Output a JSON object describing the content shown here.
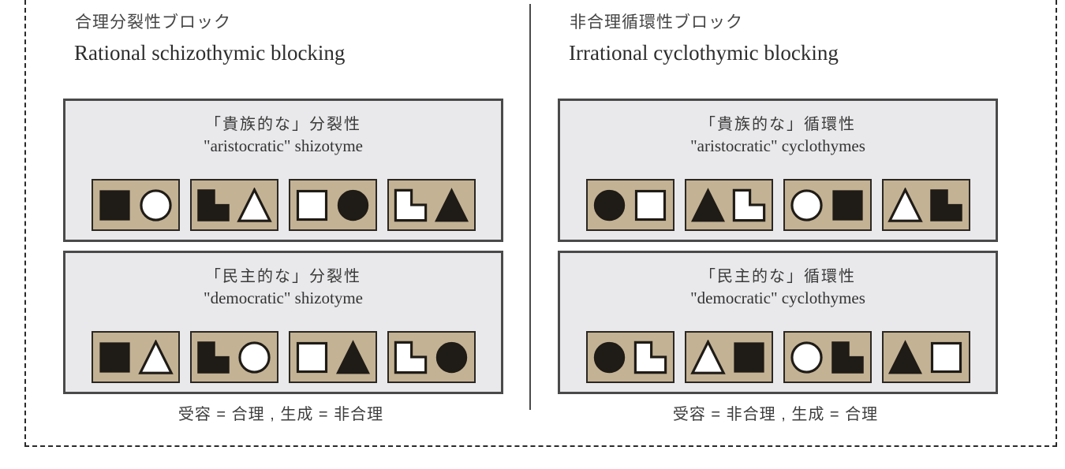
{
  "colors": {
    "card_bg": "#c3b294",
    "box_bg": "#e9e9ec",
    "box_border": "#4a4a4a",
    "shape_dark": "#1f1b16",
    "shape_light": "#ffffff",
    "divider": "#4a4a4a",
    "dashed_border": "#2a2a2a"
  },
  "columns": [
    {
      "title_jp": "合理分裂性ブロック",
      "title_en": "Rational schizothymic blocking",
      "caption": "受容 = 合理 , 生成 = 非合理",
      "groups": [
        {
          "label_jp": "「貴族的な」分裂性",
          "label_en": "\"aristocratic\" shizotyme",
          "cards": [
            [
              "square-filled",
              "circle-outline"
            ],
            [
              "lshape-filled",
              "triangle-outline"
            ],
            [
              "square-outline",
              "circle-filled"
            ],
            [
              "lshape-outline",
              "triangle-filled"
            ]
          ]
        },
        {
          "label_jp": "「民主的な」分裂性",
          "label_en": "\"democratic\" shizotyme",
          "cards": [
            [
              "square-filled",
              "triangle-outline"
            ],
            [
              "lshape-filled",
              "circle-outline"
            ],
            [
              "square-outline",
              "triangle-filled"
            ],
            [
              "lshape-outline",
              "circle-filled"
            ]
          ]
        }
      ]
    },
    {
      "title_jp": "非合理循環性ブロック",
      "title_en": "Irrational cyclothymic blocking",
      "caption": "受容 = 非合理 , 生成 = 合理",
      "groups": [
        {
          "label_jp": "「貴族的な」循環性",
          "label_en": "\"aristocratic\" cyclothymes",
          "cards": [
            [
              "circle-filled",
              "square-outline"
            ],
            [
              "triangle-filled",
              "lshape-outline"
            ],
            [
              "circle-outline",
              "square-filled"
            ],
            [
              "triangle-outline",
              "lshape-filled"
            ]
          ]
        },
        {
          "label_jp": "「民主的な」循環性",
          "label_en": "\"democratic\" cyclothymes",
          "cards": [
            [
              "circle-filled",
              "lshape-outline"
            ],
            [
              "triangle-outline",
              "square-filled"
            ],
            [
              "circle-outline",
              "lshape-filled"
            ],
            [
              "triangle-filled",
              "square-outline"
            ]
          ]
        }
      ]
    }
  ]
}
